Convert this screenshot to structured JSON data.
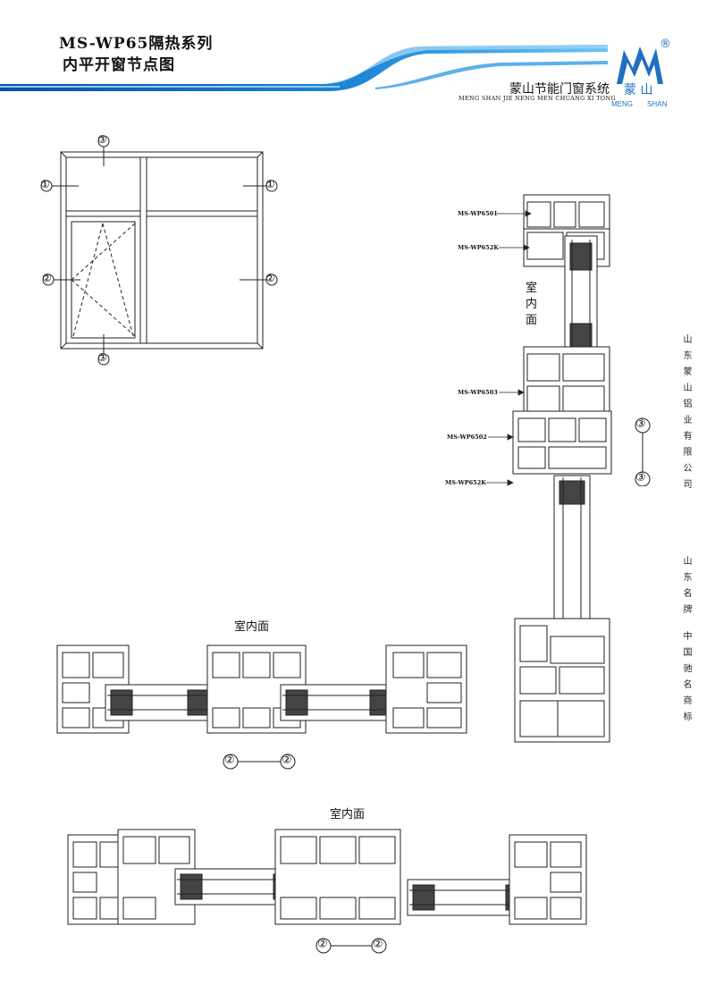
{
  "header": {
    "title_line1": "MS-WP65隔热系列",
    "title_line2": "内平开窗节点图",
    "company_cn": "蒙山节能门窗系统",
    "company_en": "MENG SHAN JIE NENG MEN CHUANG XI TONG",
    "logo_cn": "蒙 山",
    "logo_en_left": "MENG",
    "logo_en_right": "SHAN",
    "registered": "®",
    "brand_color": "#1f6fc2"
  },
  "elevation": {
    "markers": [
      "③",
      "①",
      "①",
      "②",
      "②",
      "③"
    ]
  },
  "vertical_section": {
    "indoor_label": "室\n内\n面",
    "parts": [
      "MS-WP6501",
      "MS-WP652K",
      "MS-WP6503",
      "MS-WP6502",
      "MS-WP652K"
    ],
    "marker_top": "③",
    "marker_bottom": "③"
  },
  "horizontal_section_1": {
    "indoor_label": "室内面",
    "marker_left": "②",
    "marker_right": "②"
  },
  "horizontal_section_2": {
    "indoor_label": "室内面",
    "marker_left": "②",
    "marker_right": "②"
  },
  "side_text": {
    "company": "山东蒙山铝业有限公司",
    "brand": "山东名牌",
    "trademark": "中国驰名商标"
  }
}
